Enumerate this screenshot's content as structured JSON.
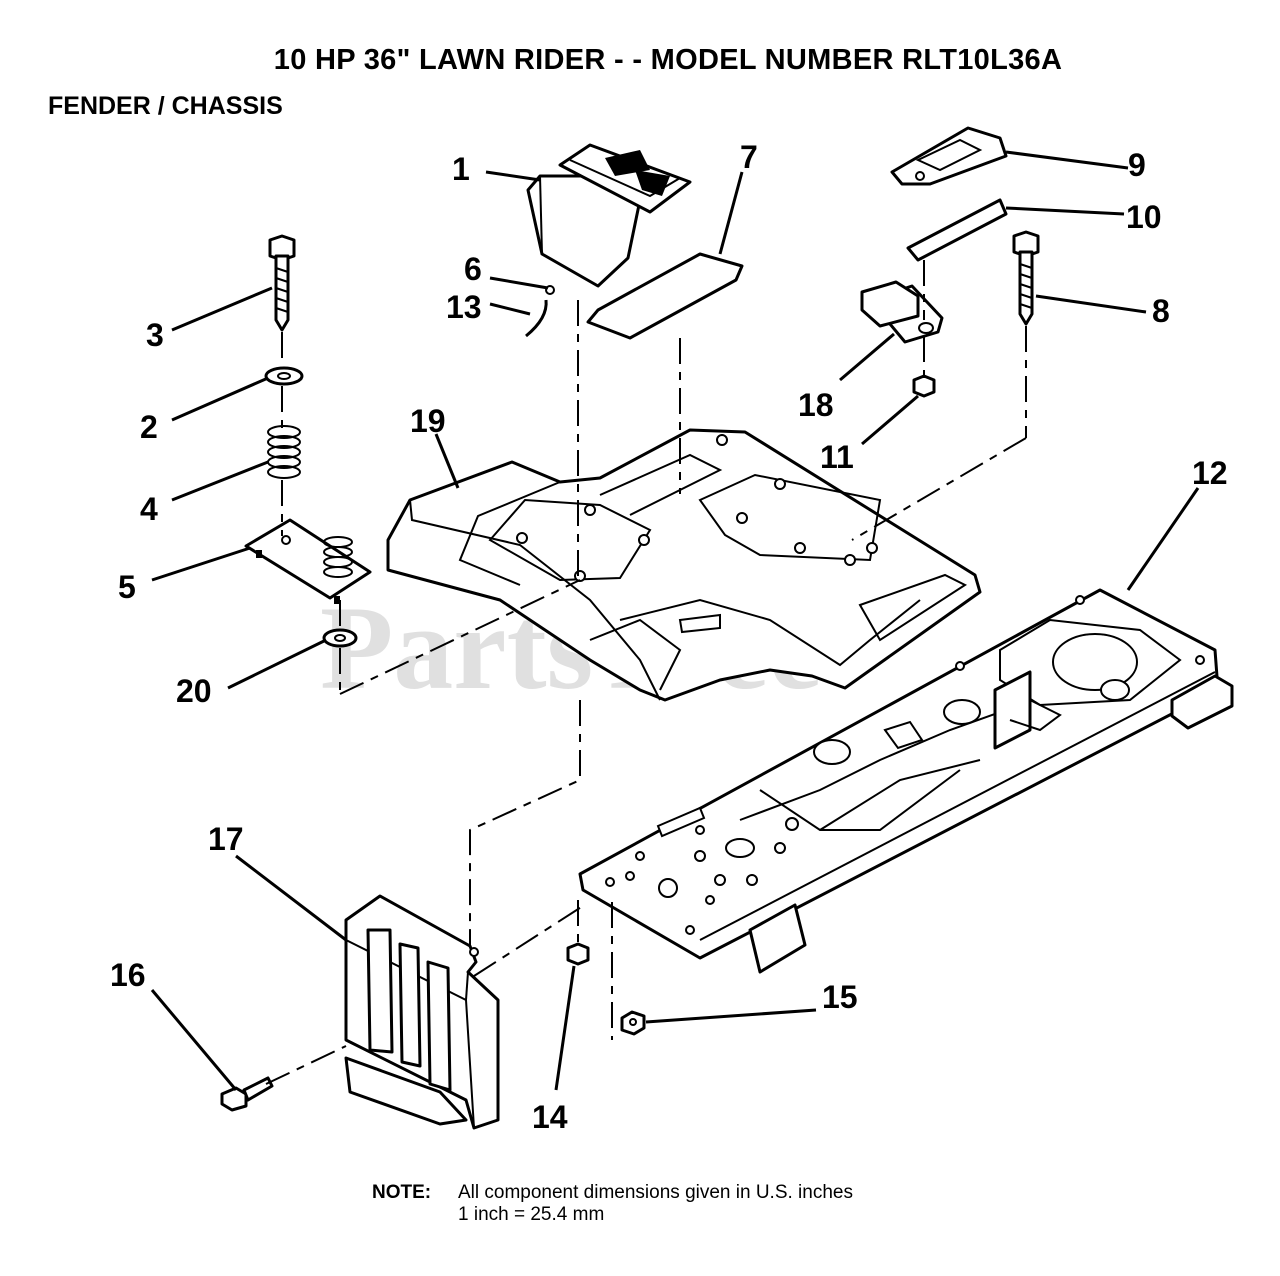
{
  "title": "10 HP 36\" LAWN RIDER - - MODEL NUMBER RLT10L36A",
  "section": "FENDER / CHASSIS",
  "watermark": "PartsTree",
  "callouts": {
    "c1": "1",
    "c2": "2",
    "c3": "3",
    "c4": "4",
    "c5": "5",
    "c6": "6",
    "c7": "7",
    "c8": "8",
    "c9": "9",
    "c10": "10",
    "c11": "11",
    "c12": "12",
    "c13": "13",
    "c14": "14",
    "c15": "15",
    "c16": "16",
    "c17": "17",
    "c18": "18",
    "c19": "19",
    "c20": "20"
  },
  "note": {
    "label": "NOTE:",
    "line1": "All component dimensions given in U.S. inches",
    "line2": "1 inch = 25.4 mm"
  }
}
